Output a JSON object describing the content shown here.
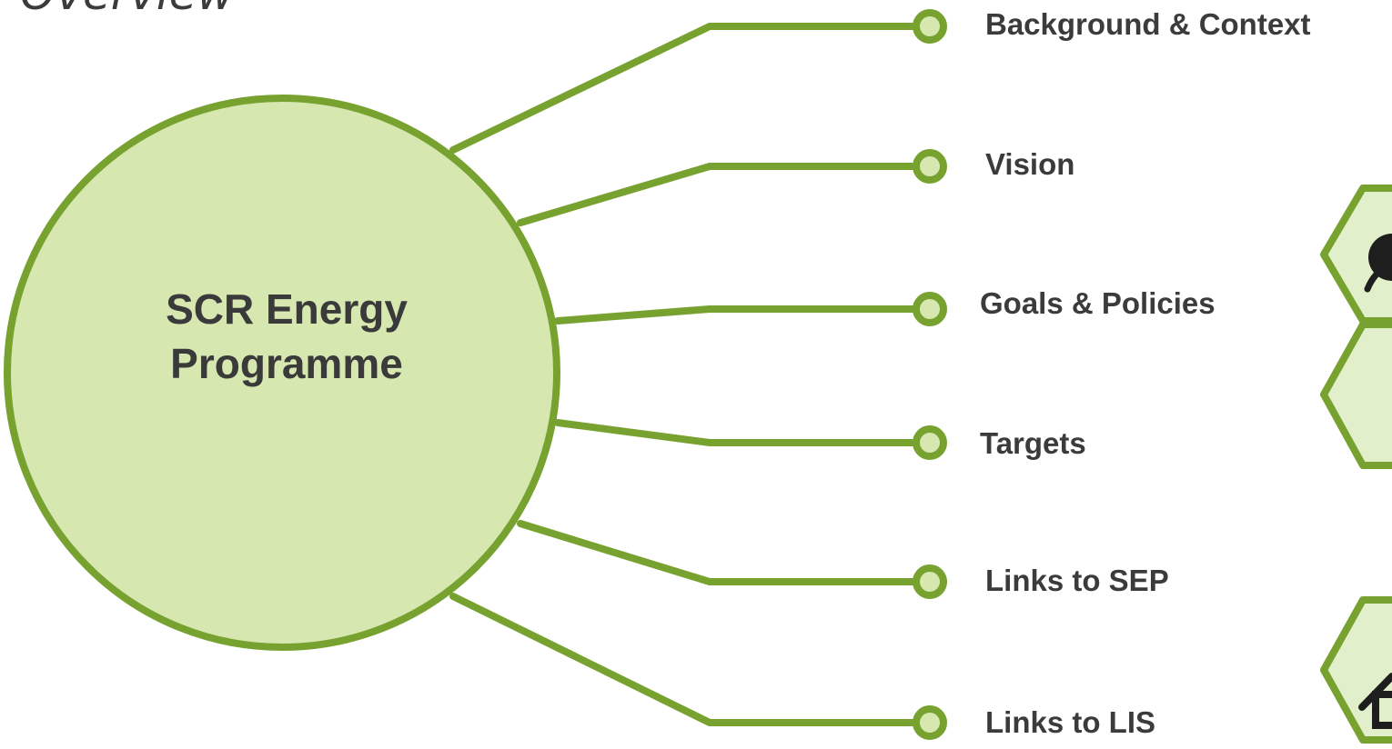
{
  "page": {
    "title": "Overview"
  },
  "hub": {
    "line1": "SCR Energy",
    "line2": "Programme"
  },
  "branches": [
    {
      "label": "Background & Context"
    },
    {
      "label": "Vision"
    },
    {
      "label": "Goals & Policies"
    },
    {
      "label": "Targets"
    },
    {
      "label": "Links to SEP"
    },
    {
      "label": "Links to LIS"
    }
  ],
  "colors": {
    "line": "#77a22f",
    "hub_fill": "#d6e8b0",
    "node_fill": "#d6e8b0",
    "hex_fill": "#e2efcb",
    "text": "#3b3b3b"
  },
  "icons": [
    "person-icon",
    "home-icon"
  ]
}
